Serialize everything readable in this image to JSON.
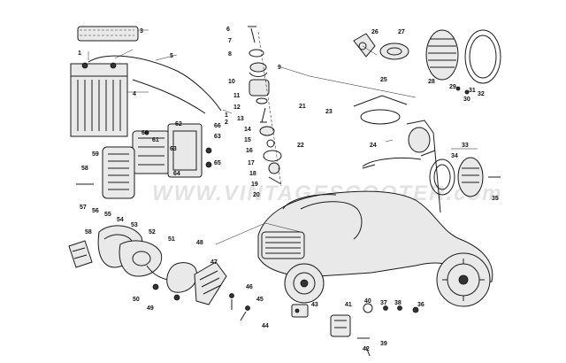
{
  "watermark": "WWW.VINTAGESCOOTER.com",
  "part_labels": [
    "1",
    "2",
    "3",
    "4",
    "5",
    "6",
    "7",
    "8",
    "9",
    "10",
    "11",
    "12",
    "13",
    "14",
    "15",
    "16",
    "17",
    "18",
    "19",
    "20",
    "21",
    "22",
    "23",
    "24",
    "25",
    "26",
    "27",
    "28",
    "29",
    "30",
    "31",
    "32",
    "33",
    "34",
    "35",
    "36",
    "37",
    "38",
    "39",
    "40",
    "41",
    "42",
    "43",
    "44",
    "45",
    "46",
    "47",
    "48",
    "49",
    "50",
    "51",
    "52",
    "53",
    "54",
    "55",
    "56",
    "57",
    "58",
    "59",
    "60",
    "61",
    "62",
    "63",
    "64",
    "65",
    "66"
  ]
}
